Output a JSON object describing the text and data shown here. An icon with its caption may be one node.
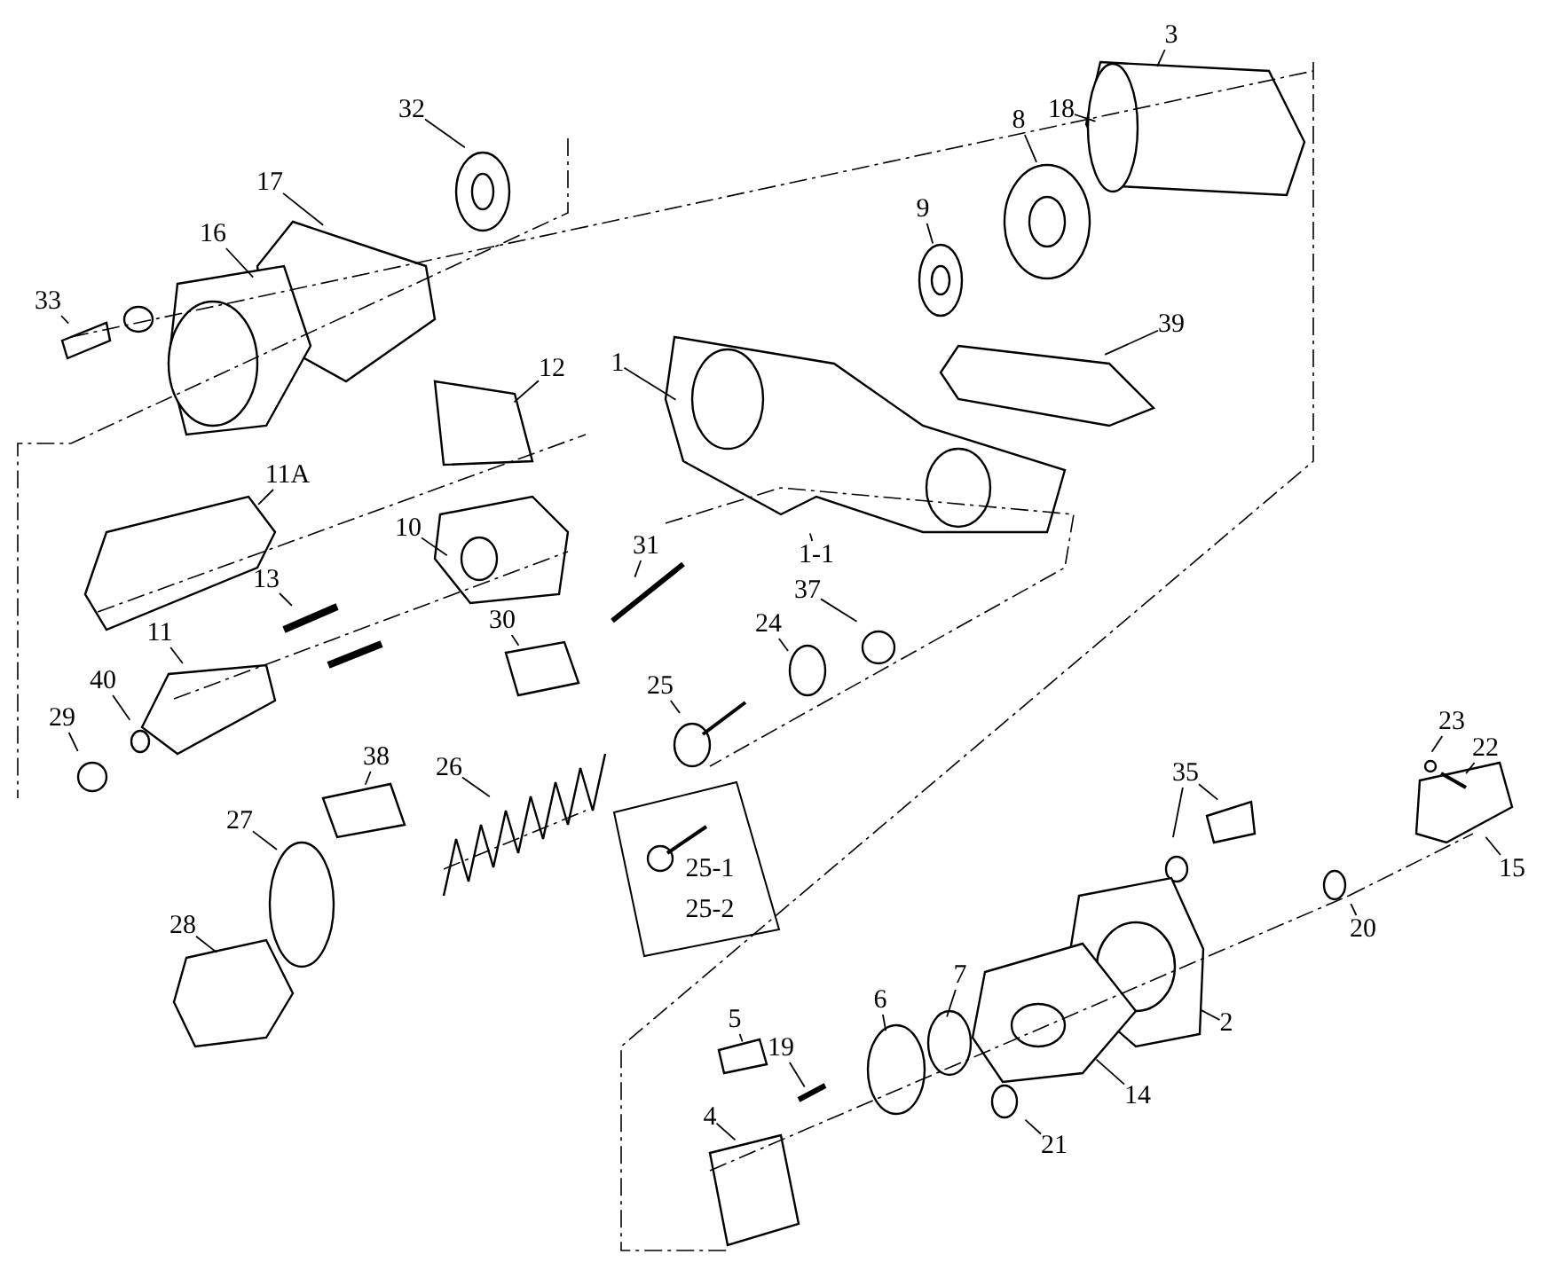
{
  "diagram": {
    "nodes": [
      {
        "text": [
          "3"
        ]
      },
      {
        "text": [
          "18"
        ]
      },
      {
        "text": [
          "8"
        ]
      },
      {
        "text": [
          "32"
        ]
      },
      {
        "text": [
          "9"
        ]
      },
      {
        "text": [
          "17"
        ]
      },
      {
        "text": [
          "16"
        ]
      },
      {
        "text": [
          "33"
        ]
      },
      {
        "text": [
          "39"
        ]
      },
      {
        "text": [
          "1"
        ]
      },
      {
        "text": [
          "12"
        ]
      },
      {
        "text": [
          "11A"
        ]
      },
      {
        "text": [
          "10"
        ]
      },
      {
        "text": [
          "31"
        ]
      },
      {
        "text": [
          "13"
        ]
      },
      {
        "text": [
          "1-1"
        ]
      },
      {
        "text": [
          "37"
        ]
      },
      {
        "text": [
          "30"
        ]
      },
      {
        "text": [
          "24"
        ]
      },
      {
        "text": [
          "11"
        ]
      },
      {
        "text": [
          "40"
        ]
      },
      {
        "text": [
          "29"
        ]
      },
      {
        "text": [
          "25"
        ]
      },
      {
        "text": [
          "23"
        ]
      },
      {
        "text": [
          "22"
        ]
      },
      {
        "text": [
          "38"
        ]
      },
      {
        "text": [
          "26"
        ]
      },
      {
        "text": [
          "35"
        ]
      },
      {
        "text": [
          "27"
        ]
      },
      {
        "text": [],
        "shape": "box"
      },
      {
        "text": [
          "25-1"
        ],
        "in": 29
      },
      {
        "text": [
          "25-2"
        ],
        "in": 29
      },
      {
        "text": [
          "15"
        ]
      },
      {
        "text": [
          "28"
        ]
      },
      {
        "text": [
          "20"
        ]
      },
      {
        "text": [
          "7"
        ]
      },
      {
        "text": [
          "6"
        ]
      },
      {
        "text": [
          "5"
        ]
      },
      {
        "text": [
          "2"
        ]
      },
      {
        "text": [
          "19"
        ]
      },
      {
        "text": [
          "14"
        ]
      },
      {
        "text": [
          "4"
        ]
      },
      {
        "text": [
          "21"
        ]
      }
    ],
    "edges": [
      {
        "from": 0,
        "to": null,
        "arrow": "none"
      },
      {
        "from": 1,
        "to": null,
        "arrow": "none"
      },
      {
        "from": 2,
        "to": null,
        "arrow": "none"
      },
      {
        "from": 3,
        "to": null,
        "arrow": "none"
      },
      {
        "from": 4,
        "to": null,
        "arrow": "none"
      },
      {
        "from": 5,
        "to": null,
        "arrow": "none"
      },
      {
        "from": 6,
        "to": null,
        "arrow": "none"
      },
      {
        "from": 7,
        "to": null,
        "arrow": "none"
      },
      {
        "from": 8,
        "to": null,
        "arrow": "none"
      },
      {
        "from": 9,
        "to": null,
        "arrow": "none"
      },
      {
        "from": 10,
        "to": null,
        "arrow": "none"
      },
      {
        "from": 11,
        "to": null,
        "arrow": "none"
      },
      {
        "from": 12,
        "to": null,
        "arrow": "none"
      },
      {
        "from": 13,
        "to": null,
        "arrow": "none"
      },
      {
        "from": 14,
        "to": null,
        "arrow": "none"
      },
      {
        "from": 15,
        "to": null,
        "arrow": "none"
      },
      {
        "from": 16,
        "to": null,
        "arrow": "none"
      },
      {
        "from": 17,
        "to": null,
        "arrow": "none"
      },
      {
        "from": 18,
        "to": null,
        "arrow": "none"
      },
      {
        "from": 19,
        "to": null,
        "arrow": "none"
      },
      {
        "from": 20,
        "to": null,
        "arrow": "none"
      },
      {
        "from": 21,
        "to": null,
        "arrow": "none"
      },
      {
        "from": 22,
        "to": null,
        "arrow": "none"
      },
      {
        "from": 23,
        "to": null,
        "arrow": "none"
      },
      {
        "from": 24,
        "to": null,
        "arrow": "none"
      },
      {
        "from": 25,
        "to": null,
        "arrow": "none"
      },
      {
        "from": 26,
        "to": null,
        "arrow": "none"
      },
      {
        "from": 27,
        "to": null,
        "arrow": "none"
      },
      {
        "from": 27,
        "to": null,
        "arrow": "none"
      },
      {
        "from": 28,
        "to": null,
        "arrow": "none"
      },
      {
        "from": 32,
        "to": null,
        "arrow": "none"
      },
      {
        "from": 33,
        "to": null,
        "arrow": "none"
      },
      {
        "from": 34,
        "to": null,
        "arrow": "none"
      },
      {
        "from": 35,
        "to": null,
        "arrow": "none"
      },
      {
        "from": 36,
        "to": null,
        "arrow": "none"
      },
      {
        "from": 37,
        "to": null,
        "arrow": "none"
      },
      {
        "from": 38,
        "to": null,
        "arrow": "none"
      },
      {
        "from": 39,
        "to": null,
        "arrow": "none"
      },
      {
        "from": 40,
        "to": null,
        "arrow": "none"
      },
      {
        "from": 41,
        "to": null,
        "arrow": "none"
      },
      {
        "from": 42,
        "to": null,
        "arrow": "none"
      }
    ]
  }
}
